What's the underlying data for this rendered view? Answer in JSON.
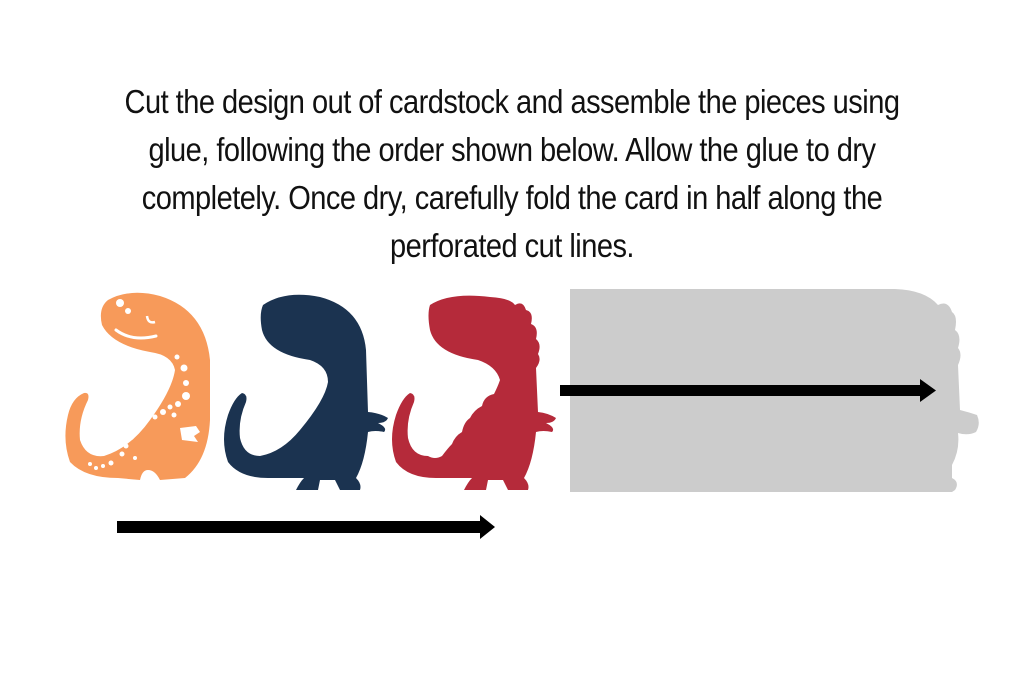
{
  "instructions": {
    "line1": "Cut the design out of cardstock and assemble the pieces using",
    "line2": "glue, following the order shown below. Allow the glue to dry",
    "line3": "completely. Once dry, carefully fold the card in half along the",
    "line4": "perforated cut lines."
  },
  "pieces": [
    {
      "name": "orange-dinosaur-piece",
      "color": "#F79A5A",
      "order": 1
    },
    {
      "name": "navy-dinosaur-piece",
      "color": "#1B3350",
      "order": 2
    },
    {
      "name": "red-dinosaur-piece",
      "color": "#B52A3A",
      "order": 3
    },
    {
      "name": "gray-card-base",
      "color": "#CCCCCC",
      "order": 4
    }
  ],
  "arrows": [
    {
      "name": "order-arrow-bottom",
      "color": "#000000"
    },
    {
      "name": "order-arrow-top",
      "color": "#000000"
    }
  ]
}
